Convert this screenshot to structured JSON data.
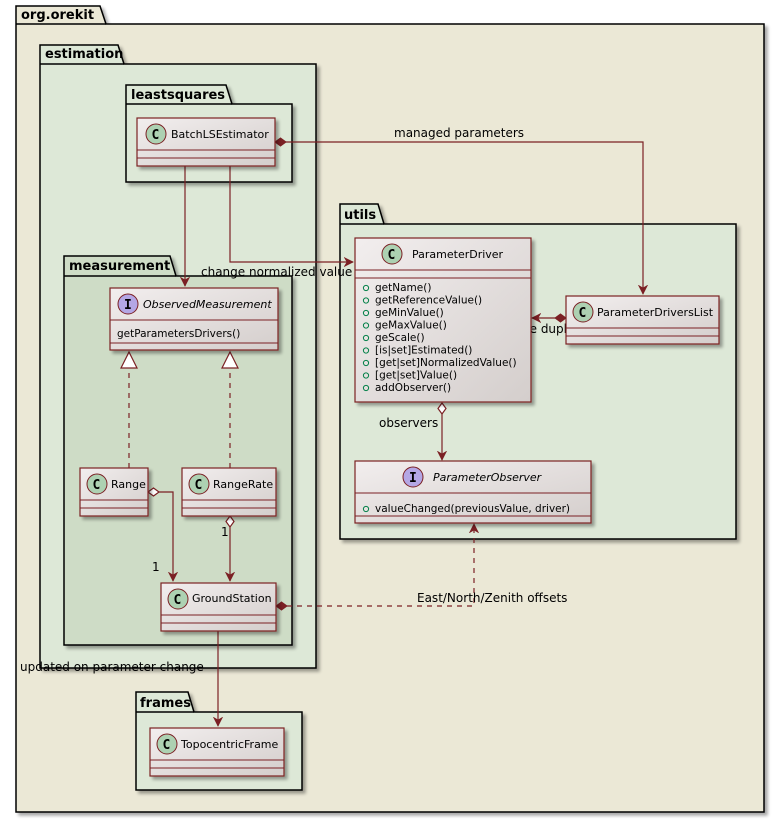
{
  "packages": {
    "root": "org.orekit",
    "estimation": "estimation",
    "leastsquares": "leastsquares",
    "measurement": "measurement",
    "utils": "utils",
    "frames": "frames"
  },
  "classes": {
    "batch": {
      "name": "BatchLSEstimator",
      "stereotype": "C"
    },
    "observed": {
      "name": "ObservedMeasurement",
      "stereotype": "I",
      "methods": [
        "getParametersDrivers()"
      ]
    },
    "range": {
      "name": "Range",
      "stereotype": "C"
    },
    "rangerate": {
      "name": "RangeRate",
      "stereotype": "C"
    },
    "ground": {
      "name": "GroundStation",
      "stereotype": "C"
    },
    "driver": {
      "name": "ParameterDriver",
      "stereotype": "C",
      "methods": [
        "getName()",
        "getReferenceValue()",
        "geMinValue()",
        "geMaxValue()",
        "geScale()",
        "[is|set]Estimated()",
        "[get|set]NormalizedValue()",
        "[get|set]Value()",
        "addObserver()"
      ]
    },
    "driverslist": {
      "name": "ParameterDriversList",
      "stereotype": "C"
    },
    "observer": {
      "name": "ParameterObserver",
      "stereotype": "I",
      "methods": [
        "valueChanged(previousValue, driver)"
      ]
    },
    "topo": {
      "name": "TopocentricFrame",
      "stereotype": "C"
    }
  },
  "relations": {
    "managed_parameters": "managed parameters",
    "change_normalized": "change normalized value",
    "manage_duplicates": "manage duplicates",
    "observers": "observers",
    "east_north_zenith": "East/North/Zenith offsets",
    "updated_on_change": "updated on parameter change",
    "mult_range": "1",
    "mult_rangerate": "1"
  },
  "colors": {
    "root_bg": "#ebe8d6",
    "pkg_bg": "#dde8d7",
    "measurement_bg": "#cedcc6",
    "border": "#000000",
    "class_border": "#7b2024",
    "class_fill_start": "#f2eeee",
    "class_fill_end": "#d4cecc",
    "arrow": "#7b2024",
    "class_circle": "#add1b2",
    "interface_circle": "#b4a7e5"
  }
}
